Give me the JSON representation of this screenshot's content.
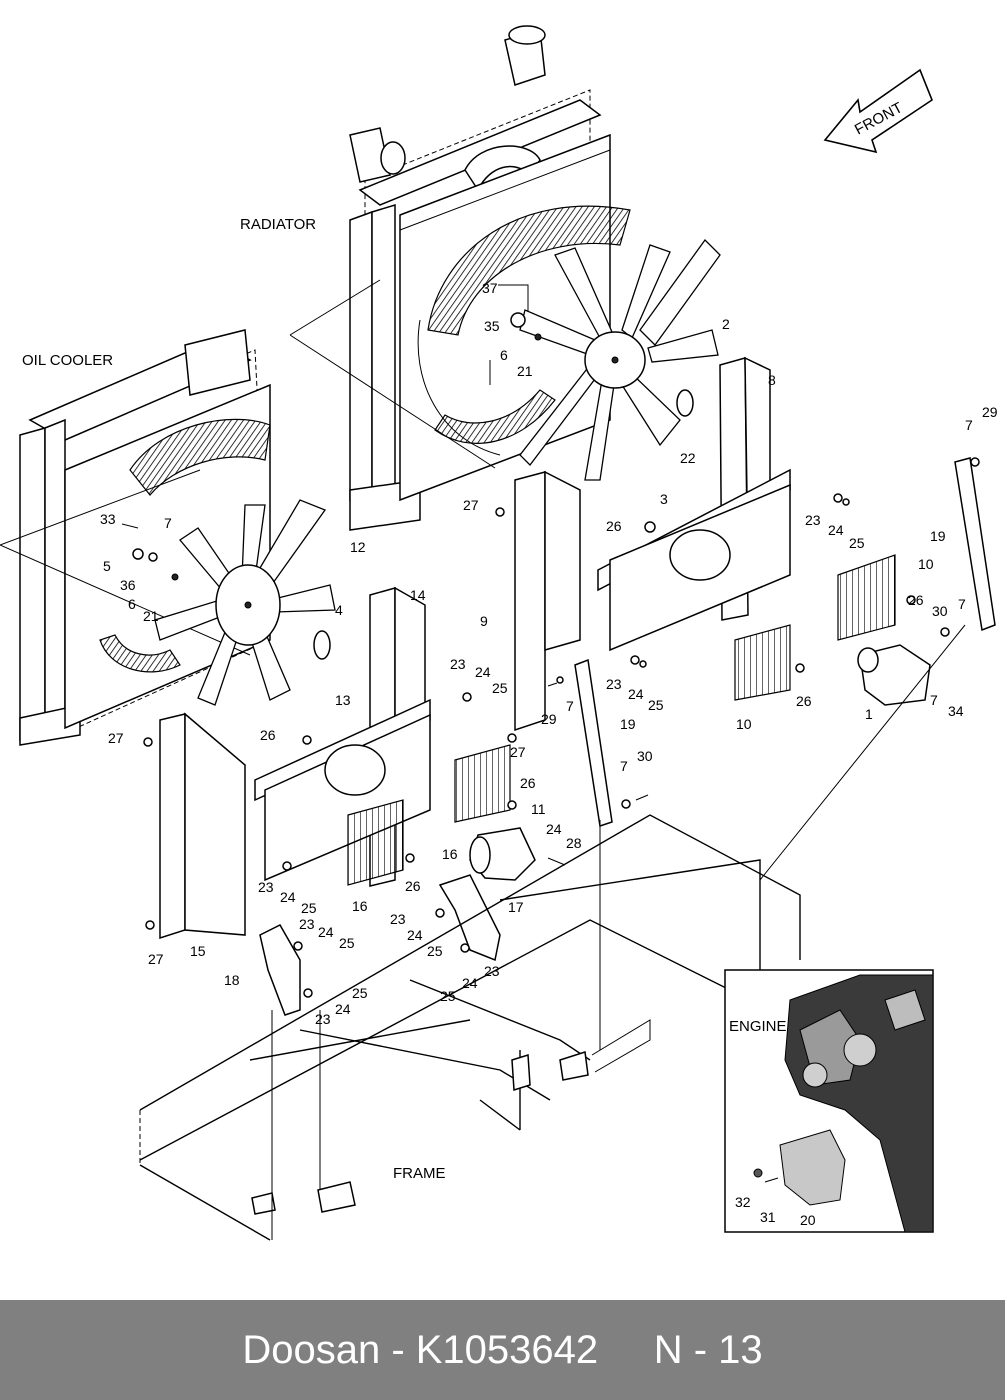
{
  "sections": {
    "radiator": "RADIATOR",
    "oil_cooler": "OIL COOLER",
    "engine": "ENGINE",
    "frame": "FRAME",
    "front": "FRONT"
  },
  "callouts": [
    "1",
    "2",
    "3",
    "4",
    "5",
    "6",
    "7",
    "8",
    "9",
    "10",
    "11",
    "12",
    "13",
    "14",
    "15",
    "16",
    "17",
    "18",
    "19",
    "20",
    "21",
    "22",
    "23",
    "24",
    "25",
    "26",
    "27",
    "28",
    "29",
    "30",
    "31",
    "32",
    "33",
    "34",
    "35",
    "36",
    "37"
  ],
  "footer": {
    "brand": "Doosan",
    "separator": " - ",
    "part_number": "K1053642",
    "page": "N - 13"
  }
}
